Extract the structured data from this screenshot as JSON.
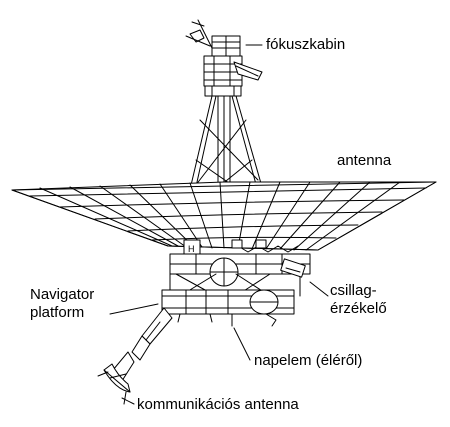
{
  "labels": {
    "focus_cabin": "fókuszkabin",
    "antenna": "antenna",
    "star_sensor": [
      "csillag-",
      "érzékelő"
    ],
    "navigator": [
      "Navigator",
      "platform"
    ],
    "solar_panel": "napelem (éléről)",
    "comm_antenna": "kommunikációs antenna"
  },
  "colors": {
    "line": "#000000",
    "background": "#ffffff"
  }
}
